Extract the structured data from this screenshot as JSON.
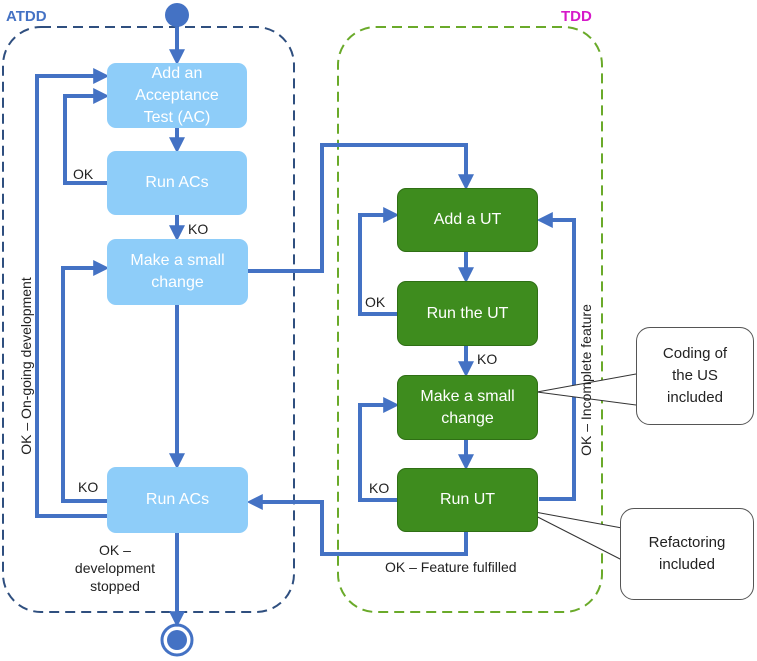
{
  "atdd": {
    "title": "ATDD",
    "add_ac": "Add an\nAcceptance\nTest (AC)",
    "run_acs_top": "Run ACs",
    "make_change": "Make a small\nchange",
    "run_acs_bottom": "Run ACs",
    "ok_top": "OK",
    "ko_top": "KO",
    "ko_bottom": "KO",
    "ok_stopped": "OK –\ndevelopment\nstopped",
    "ok_ongoing": "OK – On-going  development"
  },
  "tdd": {
    "title": "TDD",
    "add_ut": "Add a UT",
    "run_the_ut": "Run  the UT",
    "make_change": "Make a small\nchange",
    "run_ut": "Run UT",
    "ok_loop": "OK",
    "ko_mid": "KO",
    "ko_bottom": "KO",
    "ok_fulfilled": "OK – Feature fulfilled",
    "ok_incomplete": "OK – Incomplete feature"
  },
  "callouts": {
    "coding": "Coding of\nthe US\nincluded",
    "refactoring": "Refactoring\nincluded"
  },
  "colors": {
    "atdd_blue": "#4472c4",
    "atdd_border": "#2f4f7f",
    "tdd_border": "#6aaa2a",
    "tdd_title": "#d619c9",
    "light_box": "#8ecdf9",
    "dark_box": "#3e8c1e"
  }
}
